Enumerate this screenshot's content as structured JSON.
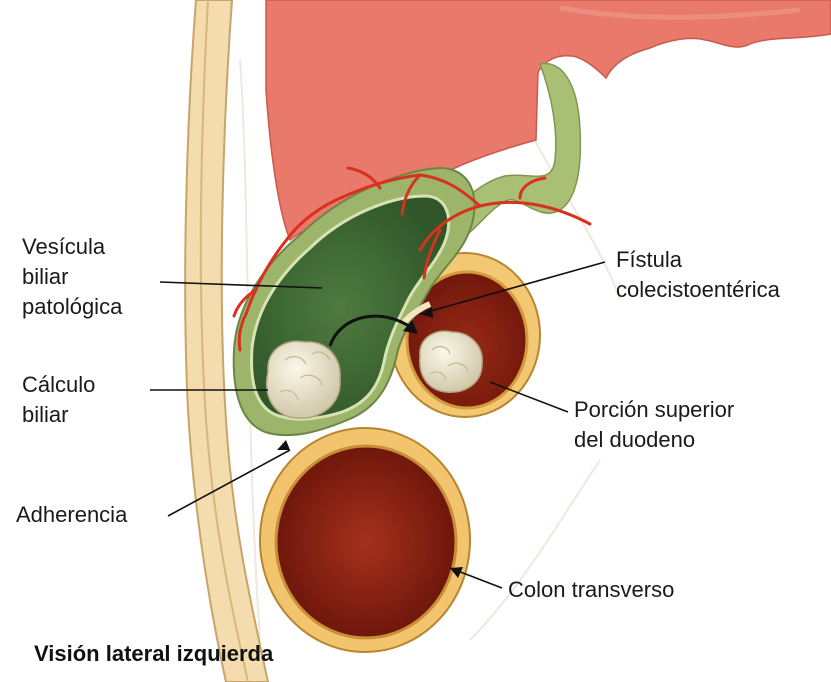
{
  "labels": {
    "gallbladder": [
      "Vesícula",
      "biliar",
      "patológica"
    ],
    "stone": [
      "Cálculo",
      "biliar"
    ],
    "adhesion": "Adherencia",
    "fistula": [
      "Fístula",
      "colecistoentérica"
    ],
    "duodenum": [
      "Porción superior",
      "del duodeno"
    ],
    "colon": "Colon transverso"
  },
  "caption": "Visión lateral izquierda",
  "colors": {
    "liver": "#e8796b",
    "gallbladder_wall": "#9db56a",
    "gallbladder_lumen": "#3f6a35",
    "duodenum_wall": "#f3c873",
    "duodenum_lumen": "#7a1a0c",
    "colon_wall": "#f2c46d",
    "colon_lumen": "#7e1d10",
    "vessel": "#d8321f",
    "stone": "#e9e2cc",
    "body_wall": "#f4dcae"
  }
}
